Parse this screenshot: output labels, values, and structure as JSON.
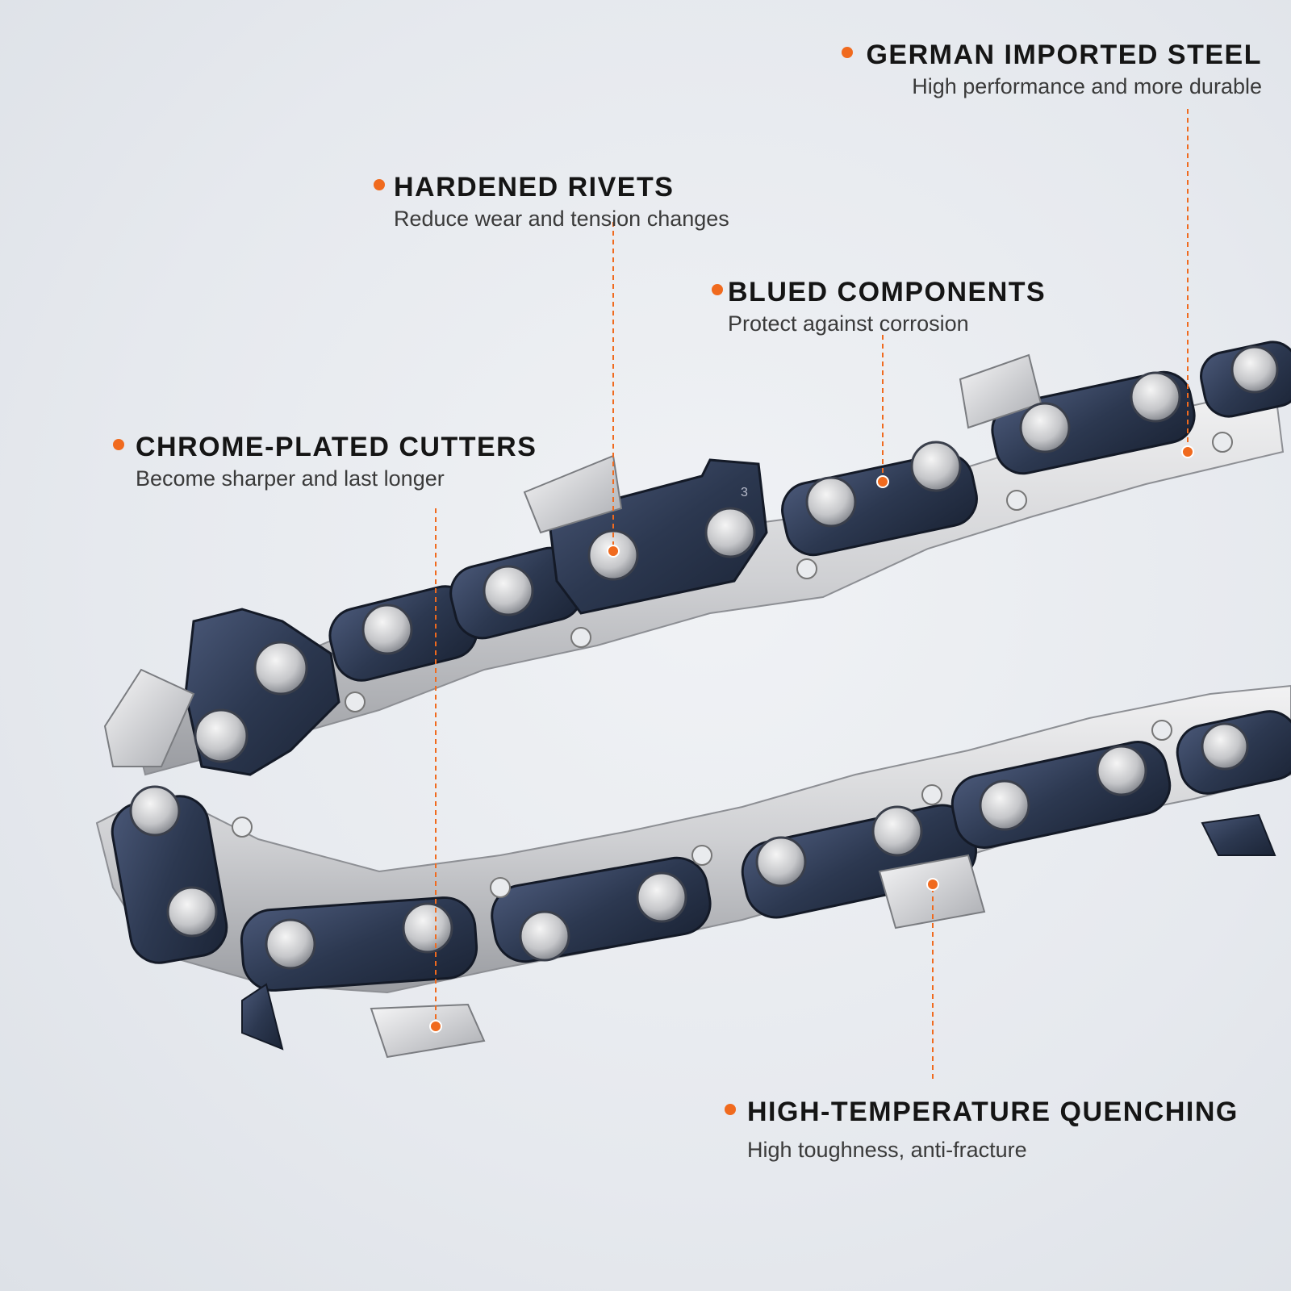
{
  "colors": {
    "accent": "#f06a1e",
    "background": "#e8ebf0",
    "blued_steel": "#2f3c55",
    "silver": "#d6d7d9"
  },
  "callouts": [
    {
      "id": "german-steel",
      "title": "GERMAN IMPORTED STEEL",
      "desc": "High performance and more durable"
    },
    {
      "id": "hardened-rivets",
      "title": "HARDENED RIVETS",
      "desc": "Reduce wear and tension changes"
    },
    {
      "id": "blued-components",
      "title": "BLUED COMPONENTS",
      "desc": "Protect against corrosion"
    },
    {
      "id": "chrome-cutters",
      "title": "CHROME-PLATED CUTTERS",
      "desc": "Become sharper and last longer"
    },
    {
      "id": "high-temp",
      "title": "HIGH-TEMPERATURE QUENCHING",
      "desc": "High toughness, anti-fracture"
    }
  ],
  "chain_marking": "3"
}
